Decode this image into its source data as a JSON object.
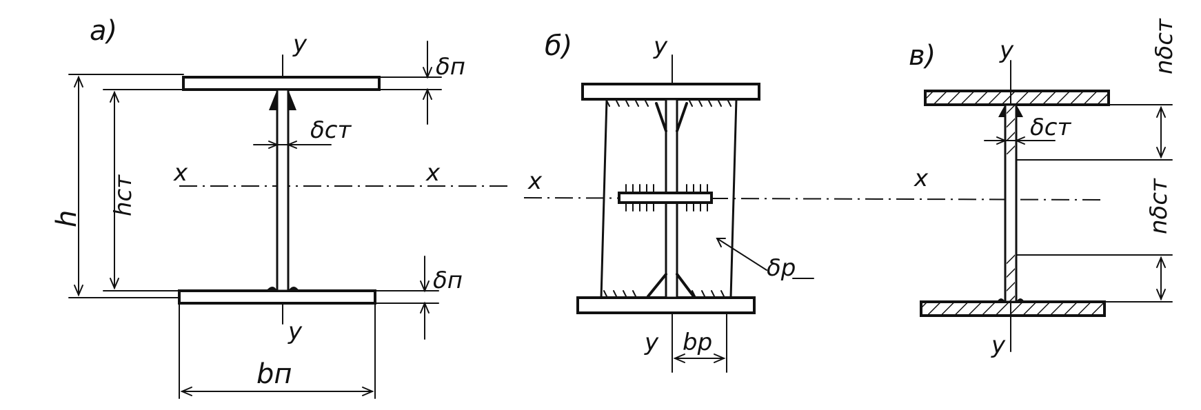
{
  "figure": {
    "panels": [
      {
        "id": "a",
        "label": "а)",
        "axis_x_left": "x",
        "axis_x_right": "x",
        "axis_y_top": "y",
        "axis_y_bottom": "y",
        "dims": {
          "flange_top": "δп",
          "flange_bottom": "δп",
          "web": "δст",
          "height": "h",
          "web_height": "hст",
          "flange_width": "bп"
        }
      },
      {
        "id": "b",
        "label": "б)",
        "axis_x": "x",
        "axis_y_top": "y",
        "axis_y_bottom": "y",
        "dims": {
          "rib_thickness": "δр",
          "rib_width": "bр"
        }
      },
      {
        "id": "v",
        "label": "в)",
        "axis_x": "x",
        "axis_y_top": "y",
        "axis_y_bottom": "y",
        "dims": {
          "web": "δст",
          "n_web_top": "nδст",
          "n_web_mid": "nδст"
        }
      }
    ]
  }
}
